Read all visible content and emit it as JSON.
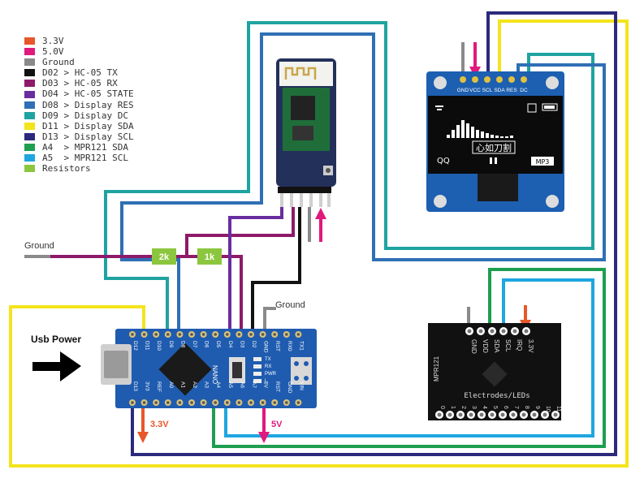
{
  "legend": [
    {
      "label": "3.3V",
      "color": "#e8572a"
    },
    {
      "label": "5.0V",
      "color": "#e0197d"
    },
    {
      "label": "Ground",
      "color": "#8a8a8a"
    },
    {
      "label": "D02 > HC-05 TX",
      "color": "#111111"
    },
    {
      "label": "D03 > HC-05 RX",
      "color": "#8e1a6a"
    },
    {
      "label": "D04 > HC-05 STATE",
      "color": "#6a2da0"
    },
    {
      "label": "D08 > Display RES",
      "color": "#2f6fb5"
    },
    {
      "label": "D09 > Display DC",
      "color": "#1fa3a0"
    },
    {
      "label": "D11 > Display SDA",
      "color": "#f3e41c"
    },
    {
      "label": "D13 > Display SCL",
      "color": "#2b2a7d"
    },
    {
      "label": "A4  > MPR121 SDA",
      "color": "#1e9e50"
    },
    {
      "label": "A5  > MPR121 SCL",
      "color": "#1ea6e0"
    },
    {
      "label": "Resistors",
      "color": "#8cc63f"
    }
  ],
  "labels": {
    "ground_left": "Ground",
    "ground_nano": "Ground",
    "usb_power": "Usb Power",
    "v33_label": "3.3V",
    "v5_label": "5V",
    "r1": "2k",
    "r2": "1k"
  },
  "oled": {
    "pins": [
      "GND",
      "VCC",
      "SCL",
      "SDA",
      "RES",
      "DC"
    ],
    "song": "心如刀割",
    "left_text": "QQ",
    "right_text": "MP3"
  },
  "mpr121": {
    "pins": [
      "GND",
      "VDD",
      "SDA",
      "SCL",
      "IRQ",
      "3.3V"
    ],
    "board_name": "MPR121",
    "caption": "Electrodes/LEDs",
    "electrodes": [
      "0",
      "1",
      "2",
      "3",
      "4",
      "5",
      "6",
      "7",
      "8",
      "9",
      "10",
      "11"
    ]
  },
  "nano": {
    "top_pins": [
      "D12",
      "D11",
      "D10",
      "D9",
      "D8",
      "D7",
      "D6",
      "D5",
      "D4",
      "D3",
      "D2",
      "GND",
      "RST",
      "RX0",
      "TX1"
    ],
    "bottom_pins": [
      "D13",
      "3V3",
      "REF",
      "A0",
      "A1",
      "A2",
      "A3",
      "A4",
      "A5",
      "A6",
      "A7",
      "5V",
      "RST",
      "GND",
      "VIN"
    ],
    "board_name": "NANO",
    "leds": [
      "TX",
      "RX",
      "PWR",
      "L"
    ]
  }
}
